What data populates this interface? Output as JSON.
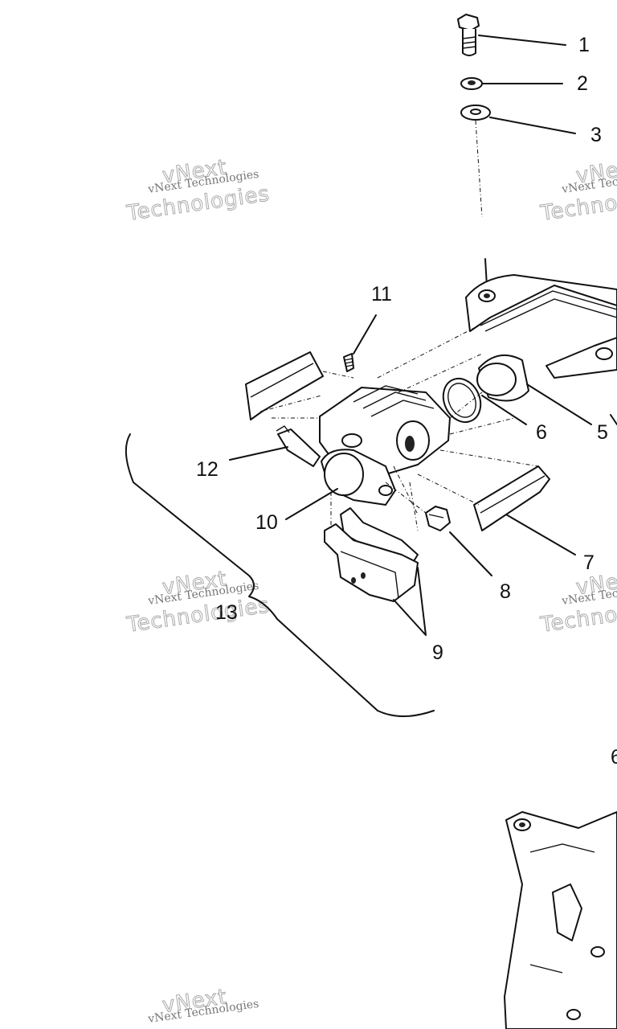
{
  "callouts": [
    "1",
    "2",
    "3",
    "11",
    "6",
    "5",
    "12",
    "10",
    "7",
    "8",
    "9",
    "13",
    "6"
  ],
  "watermark": {
    "small": "vNext Technologies",
    "large_top": "vNext",
    "large_bottom": "Technologies"
  }
}
